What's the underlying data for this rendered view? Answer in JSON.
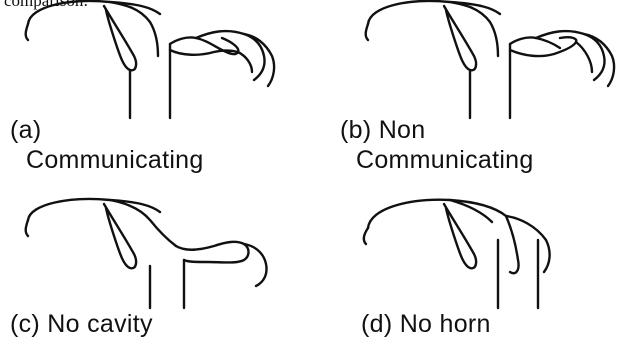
{
  "header_fragment": "comparison:",
  "panels": [
    {
      "id": "a",
      "caption_line1": "(a)",
      "caption_line2": "Communicating"
    },
    {
      "id": "b",
      "caption_line1": "(b) Non",
      "caption_line2": "Communicating"
    },
    {
      "id": "c",
      "caption_line1": "(c) No cavity"
    },
    {
      "id": "d",
      "caption_line1": "(d) No horn"
    }
  ]
}
